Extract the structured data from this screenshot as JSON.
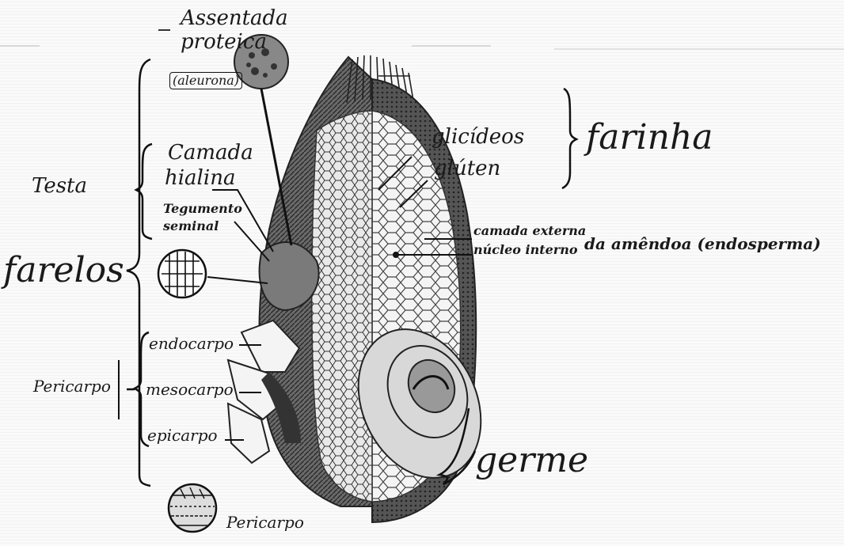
{
  "labels": {
    "assentada": "Assentada",
    "proteica": "proteica",
    "aleurona": "(aleurona)",
    "testa": "Testa",
    "camada": "Camada",
    "hialina": "hialina",
    "tegumento": "Tegumento",
    "seminal": "seminal",
    "farelos": "farelos",
    "pericarpo_group": "Pericarpo",
    "endocarpo": "endocarpo",
    "mesocarpo": "mesocarpo",
    "epicarpo": "epicarpo",
    "pericarpo_detail": "Pericarpo",
    "glicideos": "glicídeos",
    "gluten": "glúten",
    "farinha": "farinha",
    "camada_externa": "camada externa",
    "nucleo_interno": "núcleo interno",
    "amendoa": "da amêndoa (endosperma)",
    "germe": "germe"
  }
}
